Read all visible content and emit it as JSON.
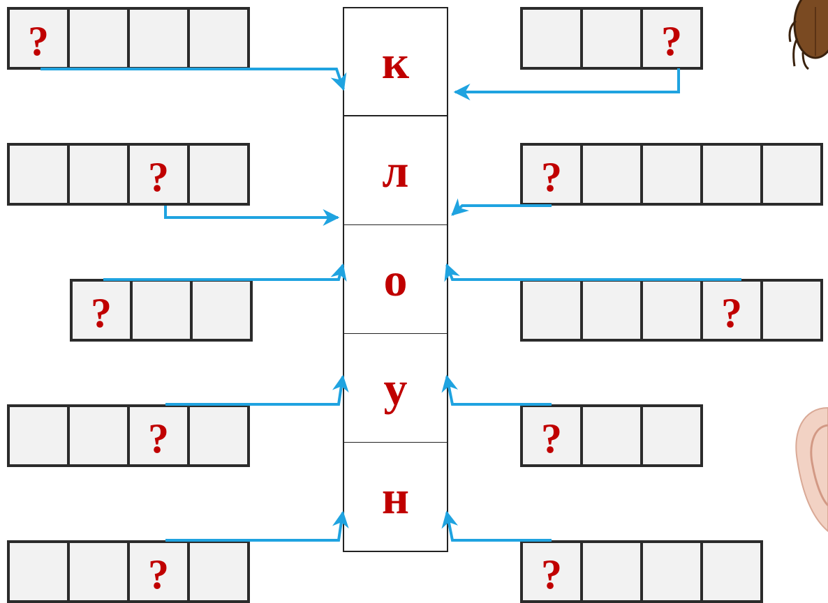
{
  "target_word": [
    "к",
    "л",
    "о",
    "у",
    "н"
  ],
  "question_mark": "?",
  "arrow_color": "#1fa3e0",
  "letter_color": "#c00000",
  "clue_rows": [
    {
      "side": "left",
      "cells": 4,
      "question_index": 0
    },
    {
      "side": "right",
      "cells": 3,
      "question_index": 2
    },
    {
      "side": "left",
      "cells": 4,
      "question_index": 2
    },
    {
      "side": "right",
      "cells": 5,
      "question_index": 0
    },
    {
      "side": "left",
      "cells": 3,
      "question_index": 0
    },
    {
      "side": "right",
      "cells": 5,
      "question_index": 3
    },
    {
      "side": "left",
      "cells": 4,
      "question_index": 2
    },
    {
      "side": "right",
      "cells": 3,
      "question_index": 0
    },
    {
      "side": "left",
      "cells": 4,
      "question_index": 2
    },
    {
      "side": "right",
      "cells": 4,
      "question_index": 0
    }
  ],
  "pictures": [
    {
      "name": "beetle-picture"
    },
    {
      "name": "ear-picture"
    }
  ]
}
